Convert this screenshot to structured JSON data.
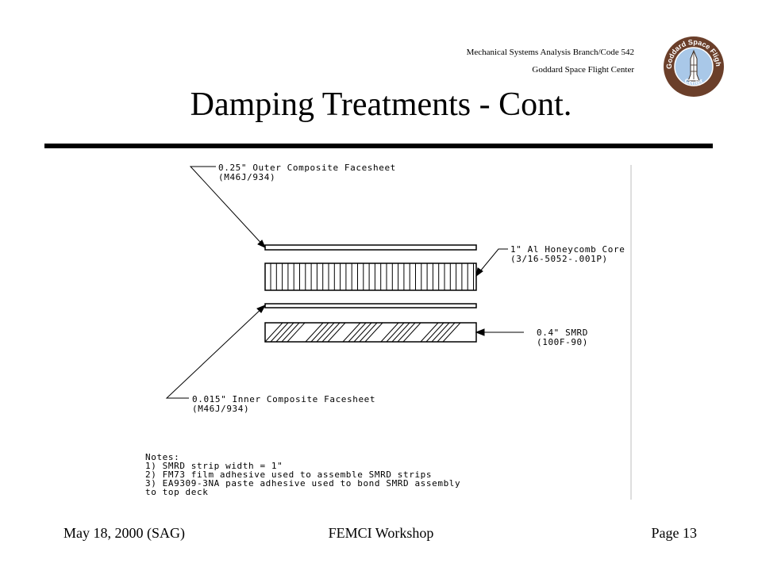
{
  "header": {
    "branch_line1": "Mechanical Systems Analysis Branch/Code 542",
    "branch_line2": "Goddard Space Flight Center",
    "logo_text_top": "Goddard Space Flight",
    "logo_text_bottom": "Center"
  },
  "title": "Damping Treatments - Cont.",
  "diagram": {
    "callouts": [
      {
        "id": "outer",
        "line1": "0.25\" Outer Composite Facesheet",
        "line2": "(M46J/934)"
      },
      {
        "id": "core",
        "line1": "1\" Al Honeycomb Core",
        "line2": "(3/16-5052-.001P)"
      },
      {
        "id": "smrd",
        "line1": "0.4\" SMRD",
        "line2": "(100F-90)"
      },
      {
        "id": "inner",
        "line1": "0.015\" Inner Composite Facesheet",
        "line2": "(M46J/934)"
      }
    ],
    "notes": [
      "Notes:",
      "1)  SMRD strip width = 1\"",
      "2)  FM73 film adhesive used to assemble SMRD strips",
      "3)  EA9309-3NA paste adhesive used to bond SMRD assembly",
      "     to top deck"
    ]
  },
  "footer": {
    "left": "May 18, 2000 (SAG)",
    "center": "FEMCI Workshop",
    "right": "Page 13"
  },
  "colors": {
    "logo_ring": "#6b3f2a",
    "logo_center": "#a9c8e8",
    "ink": "#000000"
  }
}
